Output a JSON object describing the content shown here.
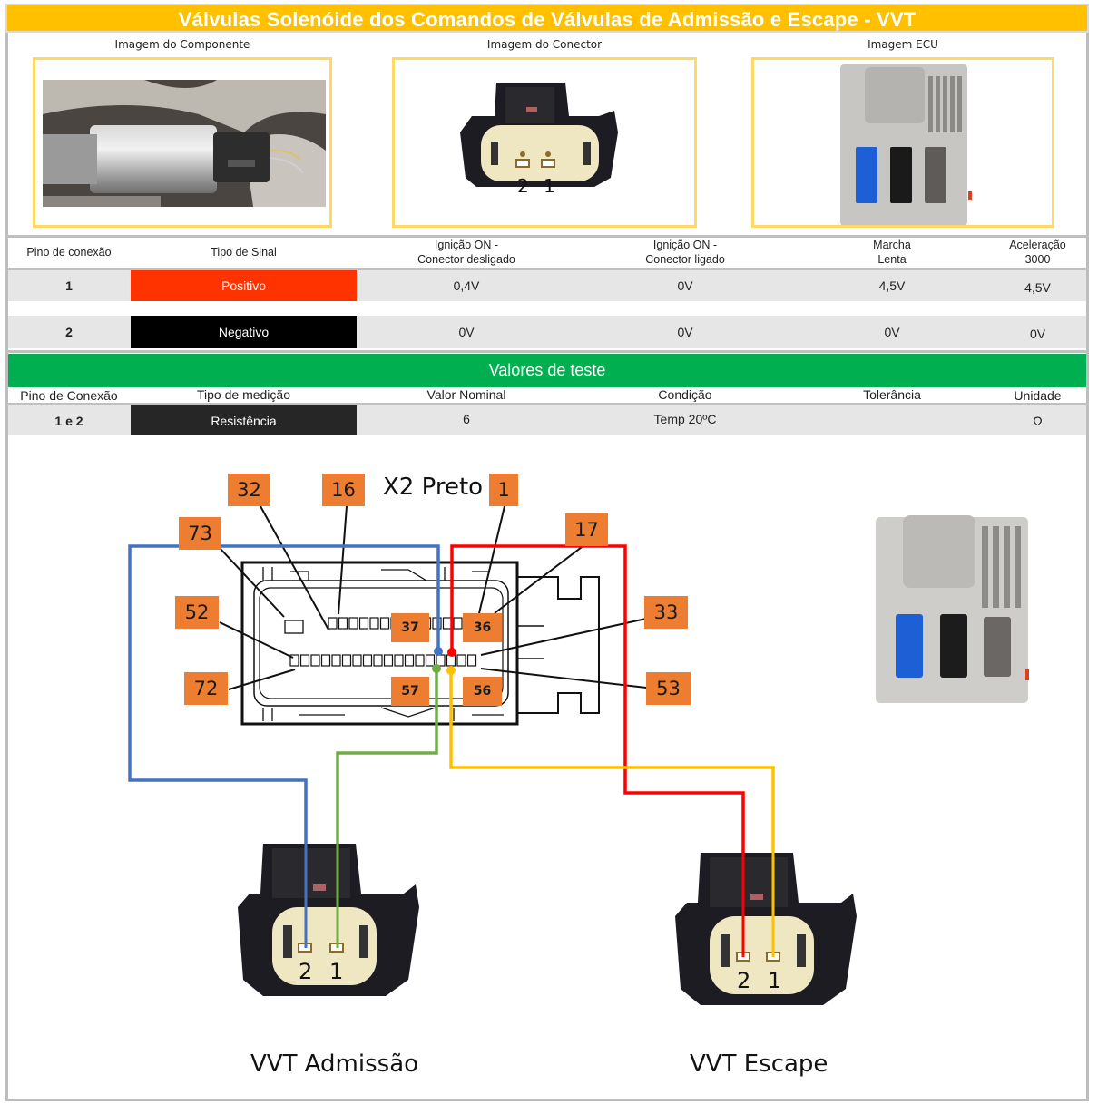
{
  "title": "Válvulas Solenóide dos Comandos de Válvulas de Admissão e Escape - VVT",
  "images": {
    "component_label": "Imagem do Componente",
    "connector_label": "Imagem do Conector",
    "ecu_label": "Imagem ECU",
    "connector_pins": [
      "2",
      "1"
    ]
  },
  "signal_table": {
    "headers": {
      "pin": "Pino de conexão",
      "signal_type": "Tipo de Sinal",
      "ign_off_1": "Ignição ON -",
      "ign_off_2": "Conector desligado",
      "ign_on_1": "Ignição ON -",
      "ign_on_2": "Conector ligado",
      "idle_1": "Marcha",
      "idle_2": "Lenta",
      "accel_1": "Aceleração",
      "accel_2": "3000"
    },
    "rows": [
      {
        "pin": "1",
        "signal": "Positivo",
        "signal_color": "#ff3300",
        "ign_off": "0,4V",
        "ign_on": "0V",
        "idle": "4,5V",
        "accel": "4,5V"
      },
      {
        "pin": "2",
        "signal": "Negativo",
        "signal_color": "#000000",
        "ign_off": "0V",
        "ign_on": "0V",
        "idle": "0V",
        "accel": "0V"
      }
    ]
  },
  "test_section": {
    "title": "Valores de teste",
    "headers": {
      "pin": "Pino de Conexão",
      "measurement": "Tipo de medição",
      "nominal": "Valor Nominal",
      "condition": "Condição",
      "tolerance": "Tolerância",
      "unit": "Unidade"
    },
    "rows": [
      {
        "pin": "1 e 2",
        "measurement": "Resistência",
        "nominal": "6",
        "condition": "Temp 20ºC",
        "tolerance": "",
        "unit": "Ω"
      }
    ]
  },
  "diagram": {
    "connector_name": "X2 Preto",
    "pin_labels": {
      "p32": "32",
      "p16": "16",
      "p1": "1",
      "p73": "73",
      "p17": "17",
      "p52": "52",
      "p37": "37",
      "p36": "36",
      "p33": "33",
      "p72": "72",
      "p57": "57",
      "p56": "56",
      "p53": "53"
    },
    "wire_colors": {
      "blue": "#4472c4",
      "green": "#70ad47",
      "red": "#ff0000",
      "yellow": "#ffc000"
    },
    "intake_label": "VVT Admissão",
    "exhaust_label": "VVT Escape",
    "connector_pins": [
      "2",
      "1"
    ]
  }
}
